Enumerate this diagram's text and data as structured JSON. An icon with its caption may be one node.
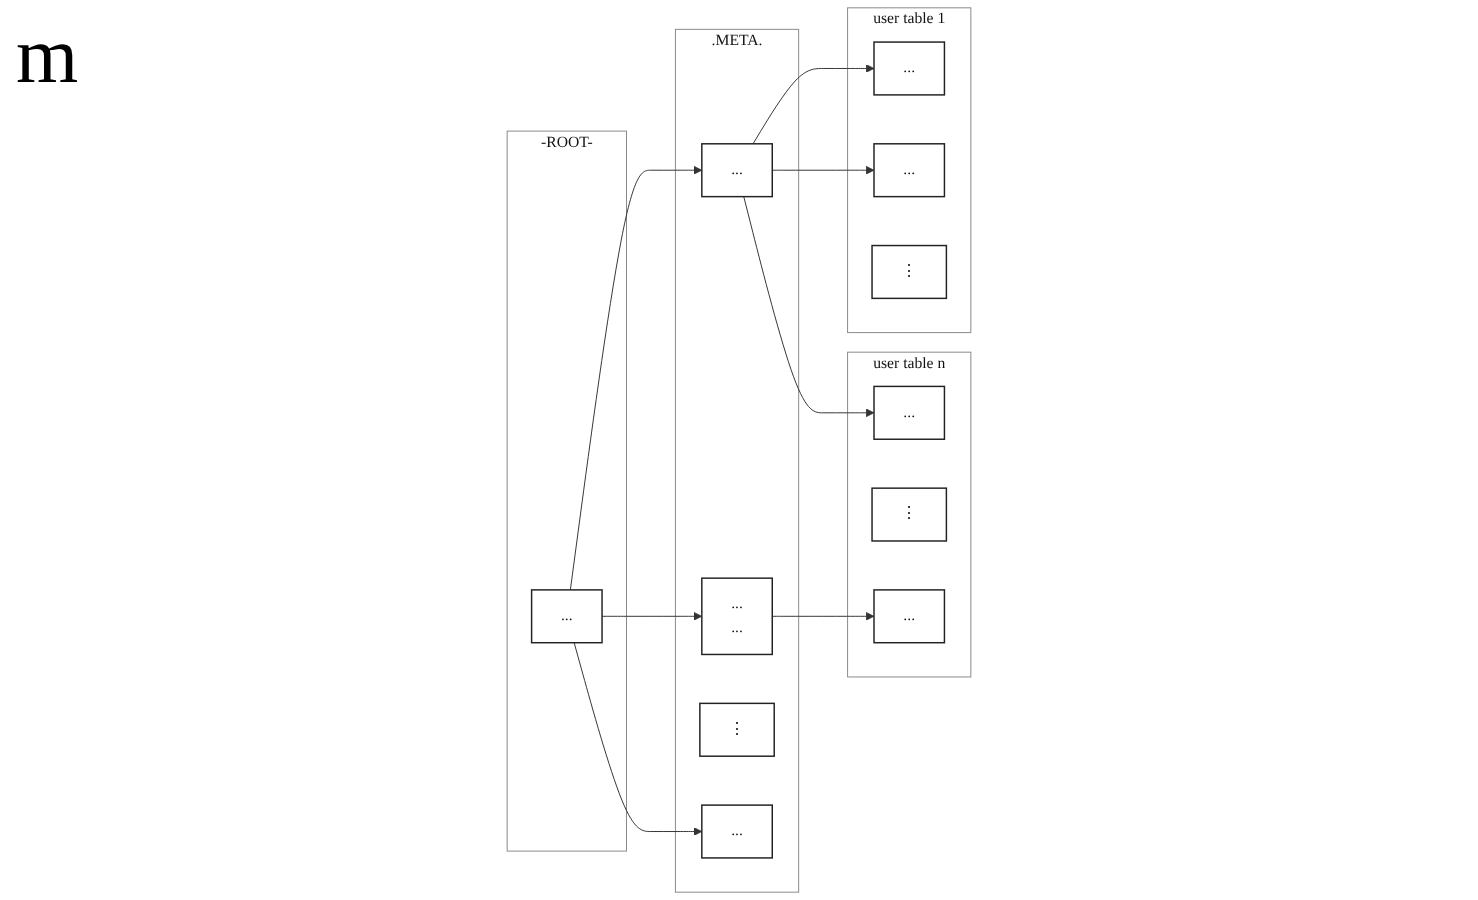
{
  "diagram": {
    "nodes": [
      {
        "text": [
          "-ROOT-"
        ]
      },
      {
        "text": [
          "..."
        ],
        "in": 0
      },
      {
        "text": [
          ".META."
        ]
      },
      {
        "text": [
          "..."
        ],
        "in": 2
      },
      {
        "text": [
          "...",
          "..."
        ],
        "in": 2
      },
      {
        "text": [
          "⋮"
        ],
        "in": 2
      },
      {
        "text": [
          "..."
        ],
        "in": 2
      },
      {
        "text": [
          "user table 1"
        ]
      },
      {
        "text": [
          "..."
        ],
        "in": 7
      },
      {
        "text": [
          "..."
        ],
        "in": 7
      },
      {
        "text": [
          "⋮"
        ],
        "in": 7
      },
      {
        "text": [
          "user table n"
        ]
      },
      {
        "text": [
          "..."
        ],
        "in": 11
      },
      {
        "text": [
          "⋮"
        ],
        "in": 11
      },
      {
        "text": [
          "..."
        ],
        "in": 11
      }
    ],
    "edges": [
      {
        "from": 1,
        "to": 3,
        "arrow": "to"
      },
      {
        "from": 1,
        "to": 4,
        "arrow": "to"
      },
      {
        "from": 1,
        "to": 6,
        "arrow": "to"
      },
      {
        "from": 3,
        "to": 8,
        "arrow": "to"
      },
      {
        "from": 3,
        "to": 9,
        "arrow": "to"
      },
      {
        "from": 3,
        "to": 12,
        "arrow": "to"
      },
      {
        "from": 4,
        "to": 14,
        "arrow": "to"
      }
    ],
    "labels": [
      "m"
    ]
  }
}
